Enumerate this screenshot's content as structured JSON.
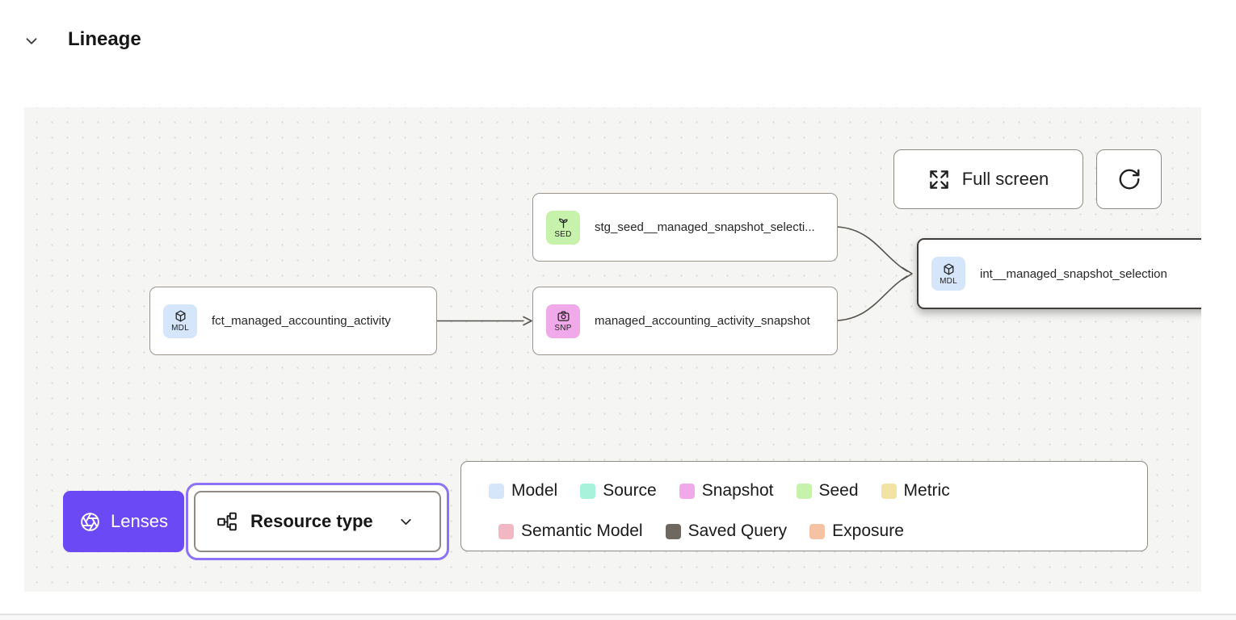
{
  "header": {
    "title": "Lineage"
  },
  "canvas": {
    "toolbar": {
      "fullscreen_label": "Full screen",
      "fullscreen_icon": "expand-arrows-icon",
      "refresh_icon": "refresh-icon"
    }
  },
  "nodes": [
    {
      "type": "seed",
      "badge": "SED",
      "badge_color": "#c6f2ab",
      "icon": "sprout-icon",
      "label": "stg_seed__managed_snapshot_selecti..."
    },
    {
      "type": "model",
      "badge": "MDL",
      "badge_color": "#d6e6fa",
      "icon": "cube-icon",
      "label": "fct_managed_accounting_activity"
    },
    {
      "type": "snapshot",
      "badge": "SNP",
      "badge_color": "#f0aae9",
      "icon": "camera-icon",
      "label": "managed_accounting_activity_snapshot"
    },
    {
      "type": "model",
      "badge": "MDL",
      "badge_color": "#d6e6fa",
      "icon": "cube-icon",
      "label": "int__managed_snapshot_selection",
      "selected": true
    }
  ],
  "footer_controls": {
    "lenses_label": "Lenses",
    "lenses_icon": "aperture-icon",
    "resource_type_label": "Resource type",
    "resource_type_icon": "hierarchy-icon",
    "resource_type_state": "chevron-down-icon"
  },
  "legend": {
    "items": [
      {
        "label": "Model",
        "color": "#d6e6fa"
      },
      {
        "label": "Source",
        "color": "#a8f2dc"
      },
      {
        "label": "Snapshot",
        "color": "#f0aae9"
      },
      {
        "label": "Seed",
        "color": "#c6f2ab"
      },
      {
        "label": "Metric",
        "color": "#f2e2a4"
      },
      {
        "label": "Semantic Model",
        "color": "#f2b7c3"
      },
      {
        "label": "Saved Query",
        "color": "#6e6861"
      },
      {
        "label": "Exposure",
        "color": "#f5c2a4"
      }
    ]
  },
  "colors": {
    "accent_purple": "#6b4af6",
    "focus_ring_purple": "#8b72f7",
    "canvas_background": "#f5f5f3",
    "selected_node_border": "#3f3c39",
    "edge_stroke": "#55524e"
  }
}
